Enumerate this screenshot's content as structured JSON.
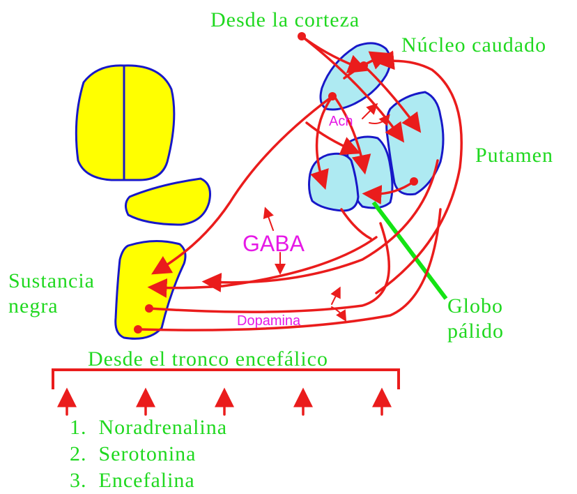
{
  "colors": {
    "label_green": "#1fd81f",
    "transmitter_magenta": "#e619e6",
    "pathway_red": "#ea1c1c",
    "nucleus_fill": "#aeeaf2",
    "outline_blue": "#1818c8",
    "brainstem_yellow": "#ffff00",
    "tract_green": "#14e414"
  },
  "labels": {
    "from_cortex": "Desde la corteza",
    "caudate": "Núcleo caudado",
    "putamen": "Putamen",
    "globus_1": "Globo",
    "globus_2": "pálido",
    "substantia_1": "Sustancia",
    "substantia_2": "negra",
    "from_brainstem": "Desde el tronco encefálico"
  },
  "transmitters": {
    "ach": "Ach",
    "gaba": "GABA",
    "dopamine": "Dopamina"
  },
  "brainstem_list": [
    "1.  Noradrenalina",
    "2.  Serotonina",
    "3.  Encefalina"
  ]
}
